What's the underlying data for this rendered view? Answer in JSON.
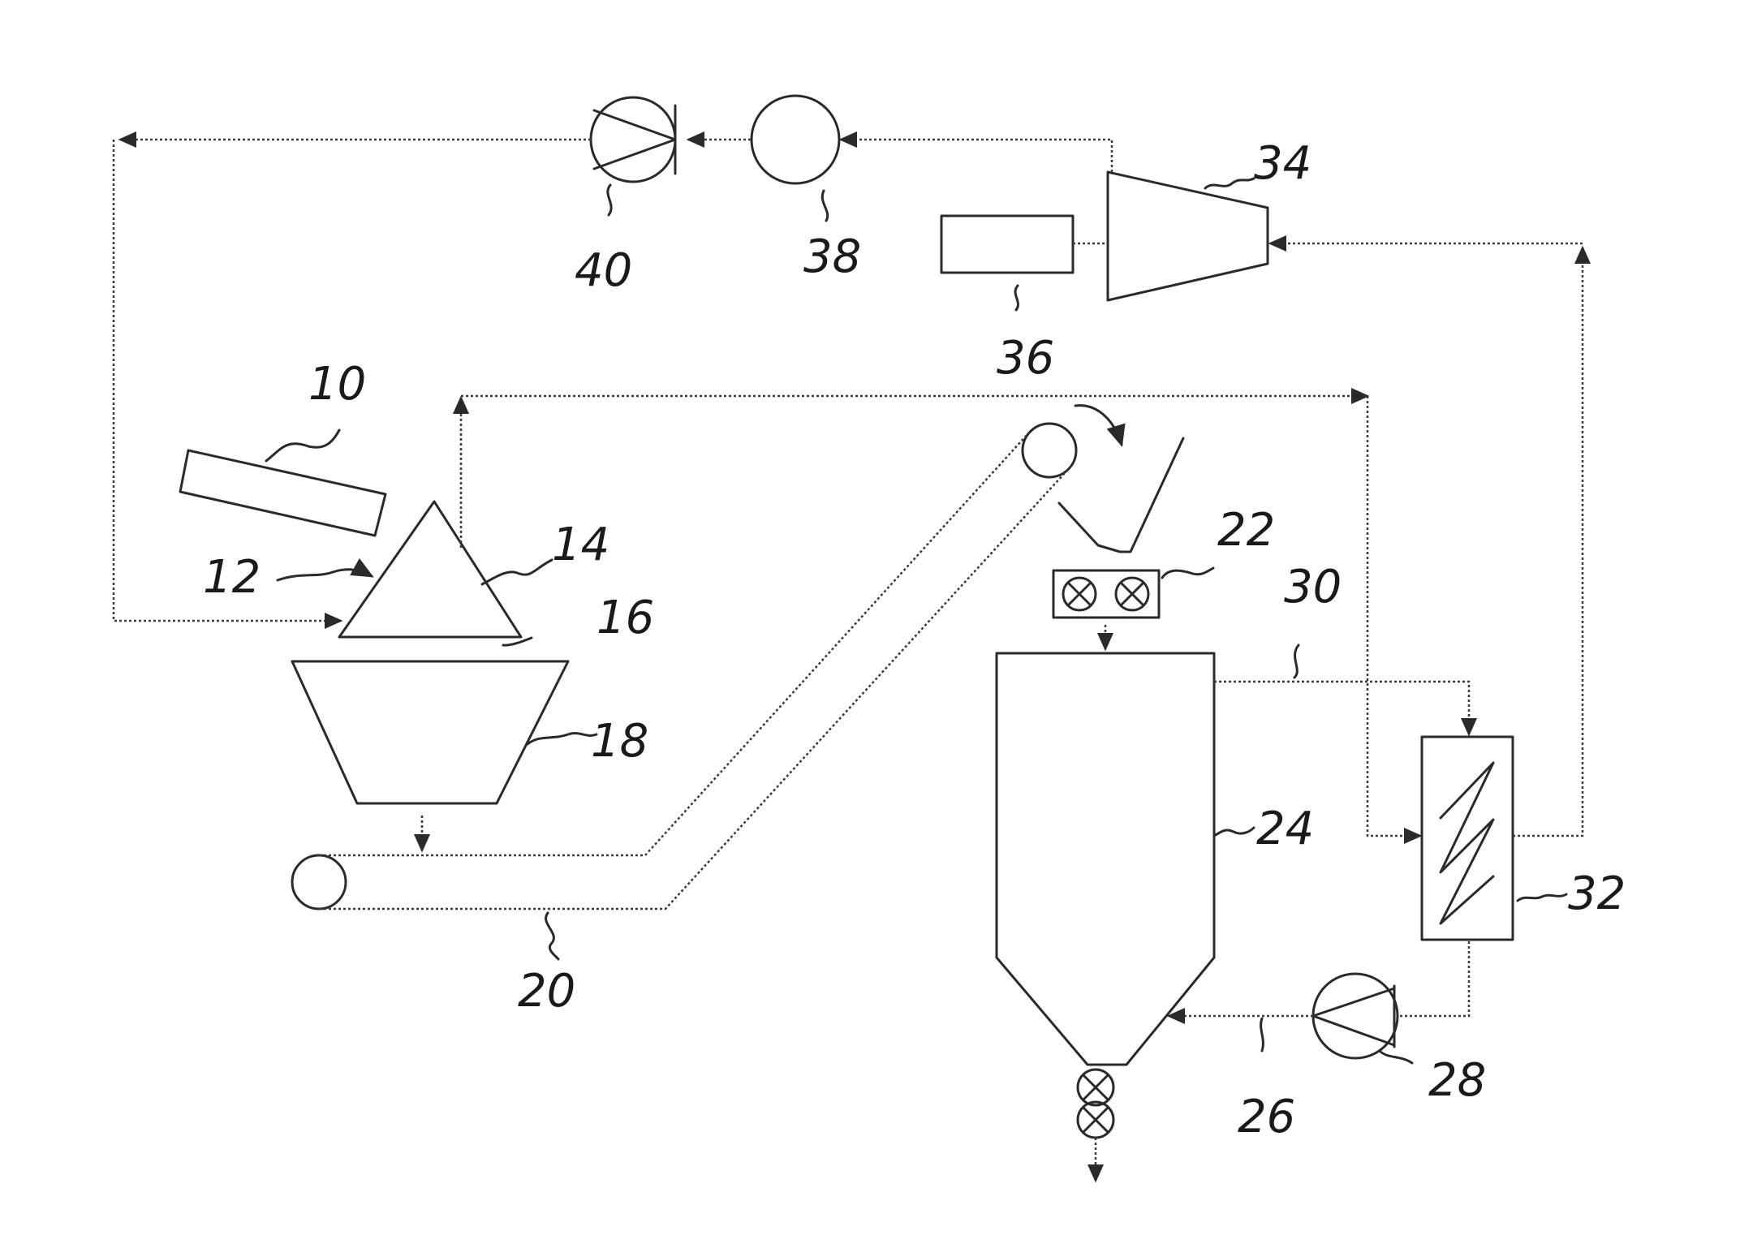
{
  "labels": {
    "l10": "10",
    "l12": "12",
    "l14": "14",
    "l16": "16",
    "l18": "18",
    "l20": "20",
    "l22": "22",
    "l24": "24",
    "l26": "26",
    "l28": "28",
    "l30": "30",
    "l32": "32",
    "l34": "34",
    "l36": "36",
    "l38": "38",
    "l40": "40"
  }
}
